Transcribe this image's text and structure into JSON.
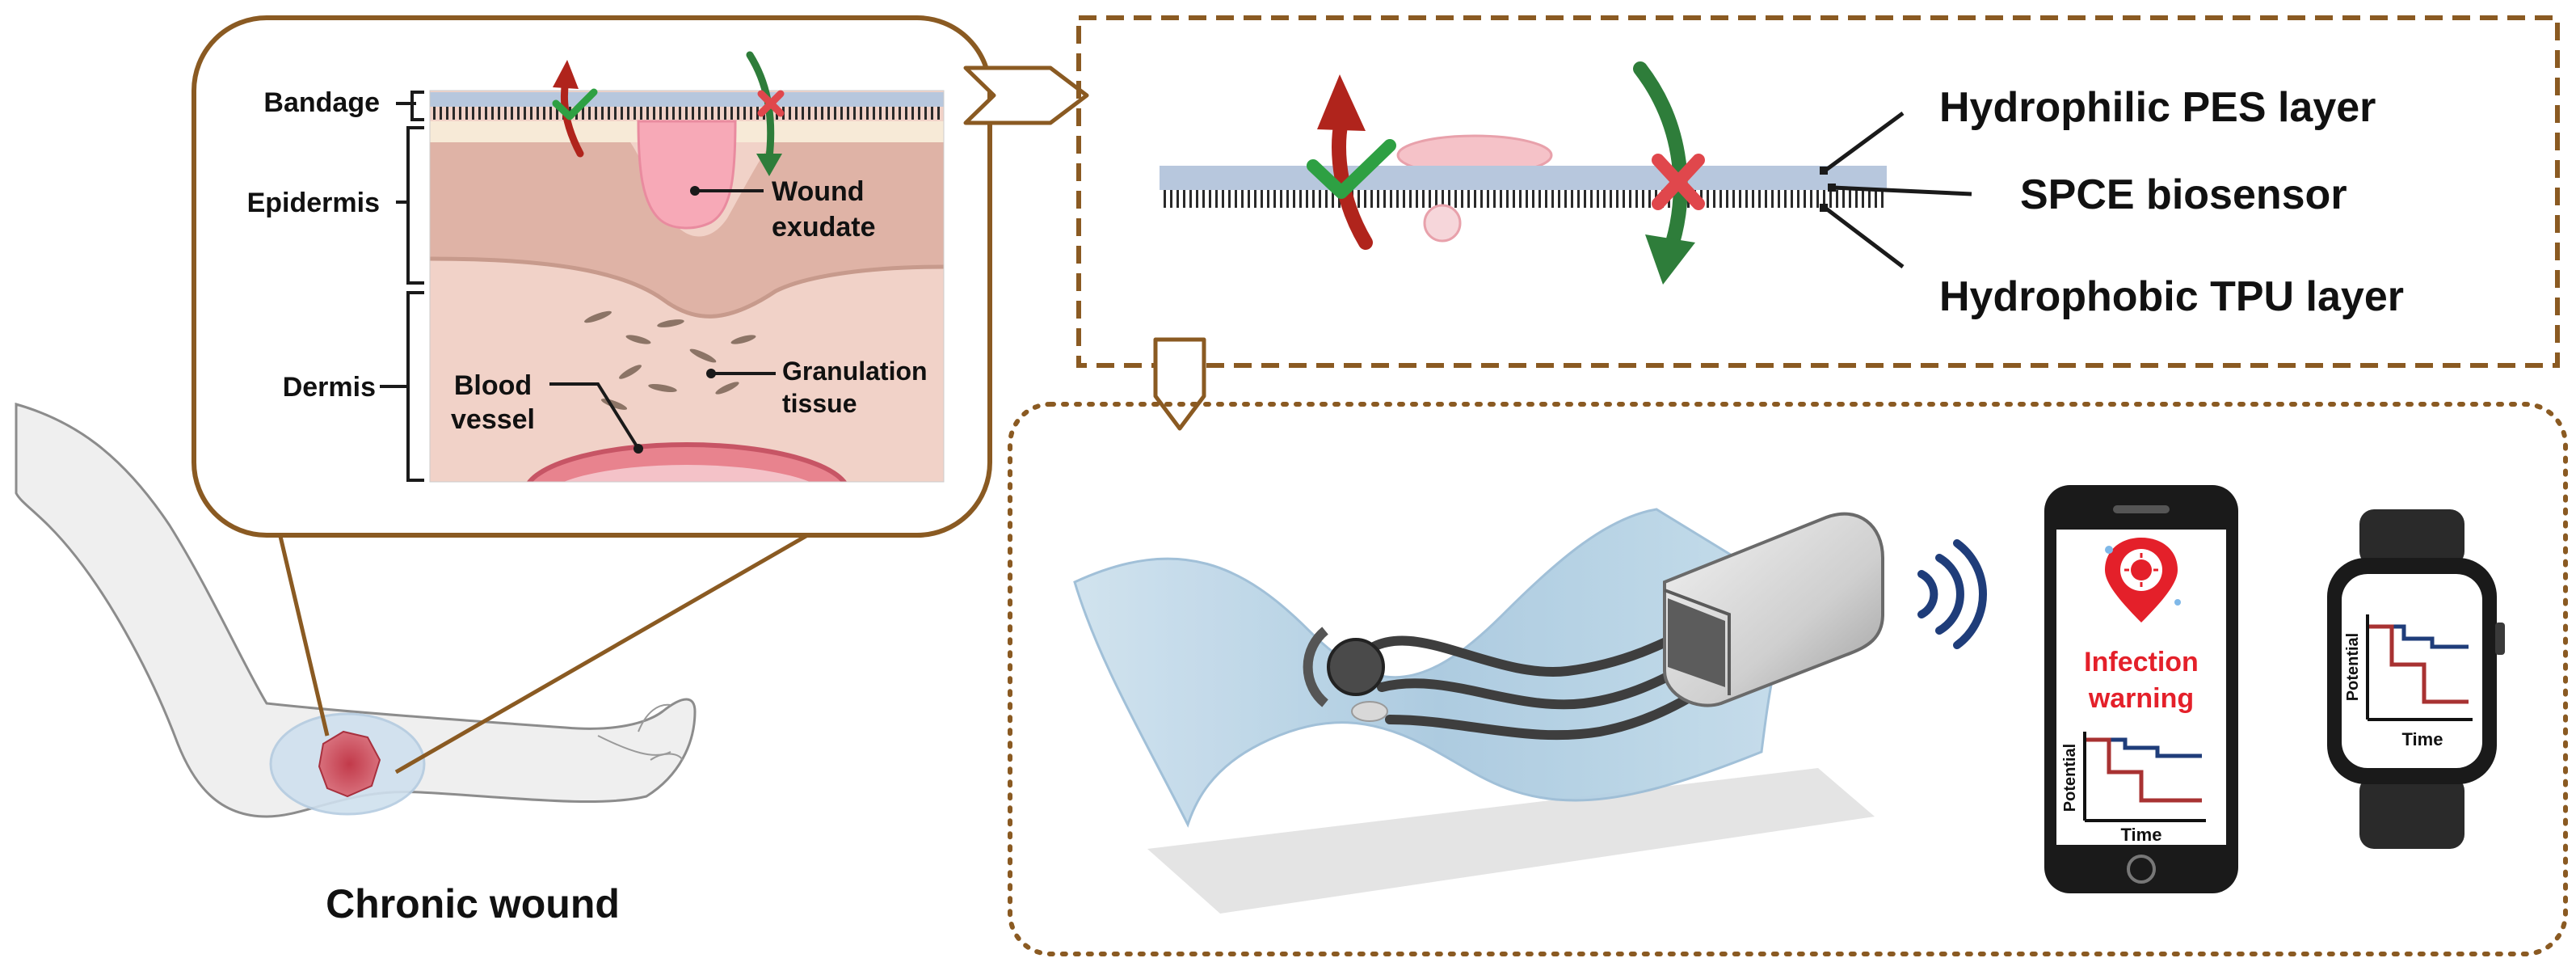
{
  "cross_section": {
    "layers": {
      "bandage": "Bandage",
      "epidermis": "Epidermis",
      "dermis": "Dermis"
    },
    "wound_exudate": [
      "Wound",
      "exudate"
    ],
    "granulation_tissue": [
      "Granulation",
      "tissue"
    ],
    "blood_vessel": [
      "Blood",
      "vessel"
    ]
  },
  "sensor_layers": {
    "top": "Hydrophilic PES layer",
    "middle": "SPCE biosensor",
    "bottom": "Hydrophobic TPU layer"
  },
  "arm": {
    "caption": "Chronic wound"
  },
  "phone": {
    "alert_line1": "Infection",
    "alert_line2": "warning",
    "y_axis": "Potential",
    "x_axis": "Time"
  },
  "watch": {
    "y_axis": "Potential",
    "x_axis": "Time"
  },
  "colors": {
    "frame_brown": "#8a5a22",
    "alert_red": "#e4202a",
    "trace_blue": "#1f3d7a",
    "trace_red": "#a83232",
    "arrow_red": "#b0241c",
    "arrow_green": "#2e7d3a",
    "check_green": "#2ea043",
    "cross_red": "#e0474c",
    "bandage_blue": "#b7c7dd"
  }
}
